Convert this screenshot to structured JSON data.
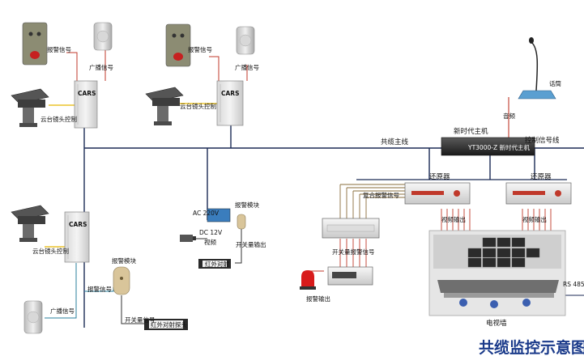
{
  "labels": {
    "alarm_signal": "报警信号",
    "broadcast_signal": "广播信号",
    "ptz_control": "云台镜头控制",
    "trunk_line": "共缆主线",
    "host": "新时代主机",
    "host_panel_text": "YT3000-Z  新时代主机",
    "mic": "话筒",
    "audio": "音频",
    "control_line": "控制信号线",
    "restorer": "还原器",
    "composite_alarm": "复合报警信号",
    "video_output": "视频输出",
    "switch_alarm": "开关量报警信号",
    "alarm_output": "报警输出",
    "tv_wall": "电视墙",
    "rs485": "RS 485",
    "alarm_module": "报警模块",
    "ir_detector": "红外对射",
    "ir_detector_probe": "红外对射探头",
    "ac_label": "AC 220V",
    "dc_label": "DC 12V",
    "video_label": "视频",
    "switch_label": "开关量信号",
    "switch_output": "开关量输出",
    "brand": "CARS"
  },
  "title": "共缆监控示意图"
}
